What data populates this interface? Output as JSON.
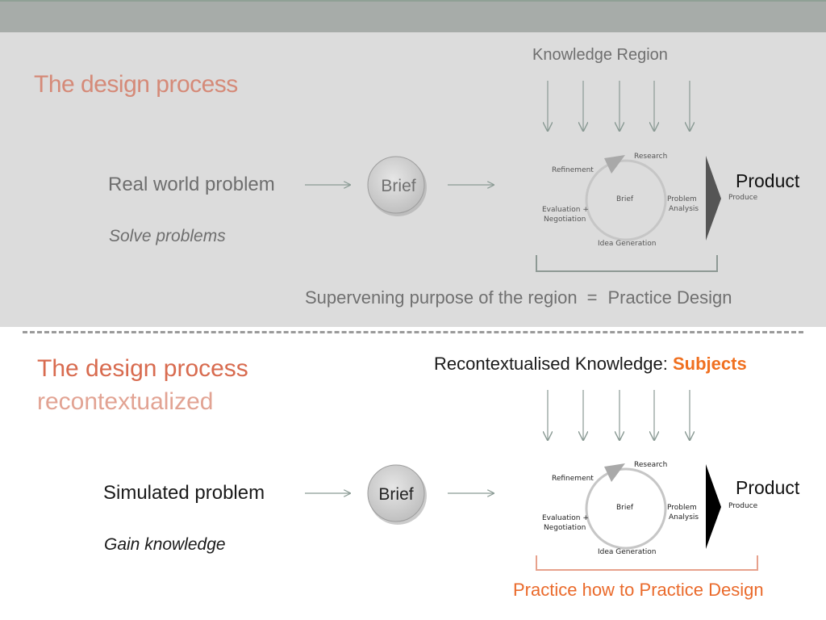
{
  "top": {
    "title": "The design process",
    "knowledge_label": "Knowledge Region",
    "problem_label": "Real world problem",
    "purpose_label": "Solve problems",
    "brief_label": "Brief",
    "product_label": "Product",
    "summary": {
      "left": "Supervening purpose of the region",
      "equals": "=",
      "right": "Practice Design"
    }
  },
  "bottom": {
    "title_line1": "The design process",
    "title_line2": "recontextualized",
    "knowledge_label": "Recontextualised Knowledge:",
    "knowledge_subject": "Subjects",
    "problem_label": "Simulated problem",
    "purpose_label": "Gain knowledge",
    "brief_label": "Brief",
    "product_label": "Product",
    "summary": "Practice how to Practice Design"
  },
  "cycle": {
    "research": "Research",
    "refinement": "Refinement",
    "center": "Brief",
    "problem_analysis_line1": "Problem",
    "problem_analysis_line2": "Analysis",
    "evaluation_line1": "Evaluation +",
    "evaluation_line2": "Negotiation",
    "idea_generation": "Idea Generation",
    "produce": "Produce"
  },
  "colors": {
    "top_background": "#dcdcdc",
    "top_bar": "#a7aca9",
    "title_top": "#d58a78",
    "title_bottom": "#d86b4f",
    "subjects_accent": "#f07020",
    "bottom_summary": "#ea6a2b",
    "product_arrow_top": "#555555",
    "product_arrow_bottom": "#000000"
  },
  "icons": [
    "down-arrow-icon",
    "right-arrow-icon",
    "cycle-arrow-icon",
    "product-arrow-icon",
    "bracket-icon"
  ]
}
